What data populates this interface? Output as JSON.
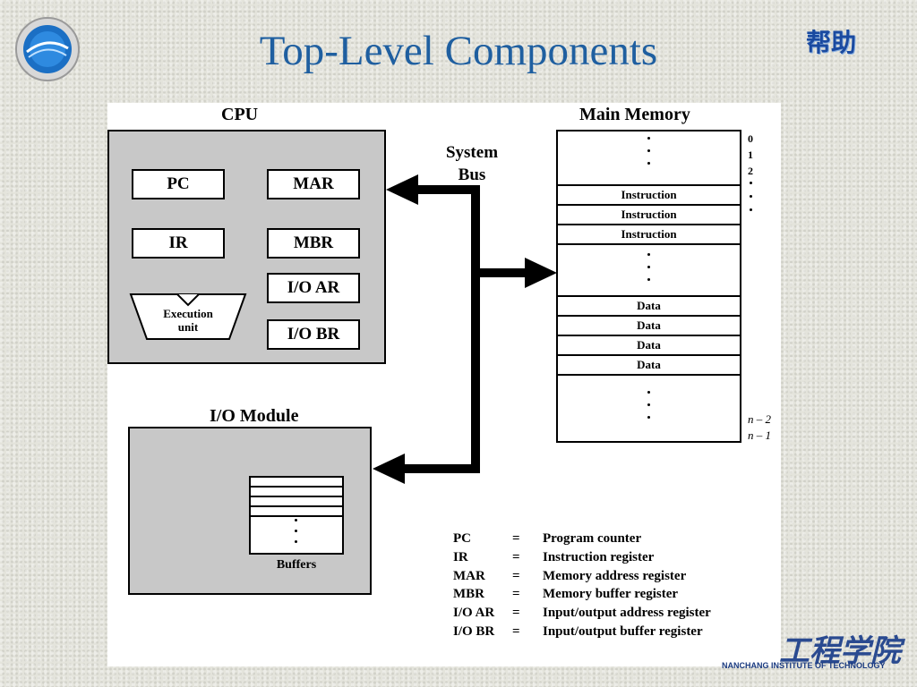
{
  "title": "Top-Level Components",
  "help_label": "帮助",
  "footer": {
    "school_cn": "工程学院",
    "school_en": "NANCHANG INSTITUTE OF TECHNOLOGY"
  },
  "diagram": {
    "cpu": {
      "label": "CPU",
      "registers": [
        "PC",
        "MAR",
        "IR",
        "MBR",
        "I/O AR",
        "I/O BR"
      ],
      "execution_unit": [
        "Execution",
        "unit"
      ]
    },
    "bus": {
      "label_line1": "System",
      "label_line2": "Bus"
    },
    "memory": {
      "label": "Main Memory",
      "rows": [
        "Instruction",
        "Instruction",
        "Instruction",
        "Data",
        "Data",
        "Data",
        "Data"
      ],
      "addresses_top": [
        "0",
        "1",
        "2"
      ],
      "addresses_bottom": [
        "n – 2",
        "n – 1"
      ]
    },
    "io_module": {
      "label": "I/O Module",
      "buffers_label": "Buffers"
    },
    "legend": [
      {
        "abbr": "PC",
        "eq": "=",
        "desc": "Program counter"
      },
      {
        "abbr": "IR",
        "eq": "=",
        "desc": "Instruction register"
      },
      {
        "abbr": "MAR",
        "eq": "=",
        "desc": "Memory address register"
      },
      {
        "abbr": "MBR",
        "eq": "=",
        "desc": "Memory buffer register"
      },
      {
        "abbr": "I/O AR",
        "eq": "=",
        "desc": "Input/output address register"
      },
      {
        "abbr": "I/O BR",
        "eq": "=",
        "desc": "Input/output buffer register"
      }
    ]
  }
}
